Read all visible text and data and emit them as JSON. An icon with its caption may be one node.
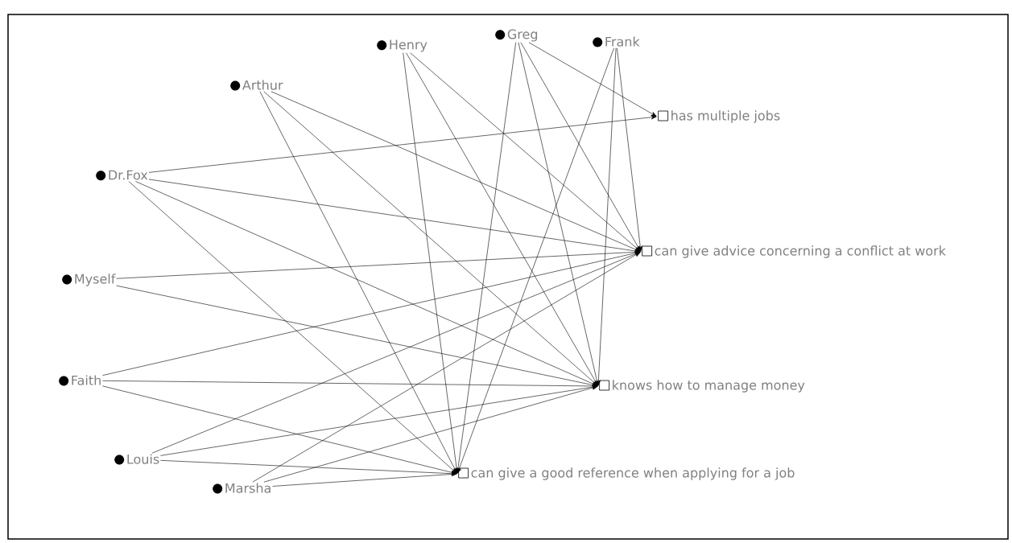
{
  "diagram": {
    "nodes": [
      {
        "text": [
          "Henry"
        ]
      },
      {
        "text": [
          "Greg"
        ]
      },
      {
        "text": [
          "Frank"
        ]
      },
      {
        "text": [
          "Arthur"
        ]
      },
      {
        "text": [
          "has multiple jobs"
        ]
      },
      {
        "text": [
          "Dr.Fox"
        ]
      },
      {
        "text": [
          "can give advice concerning a conflict at work"
        ]
      },
      {
        "text": [
          "Myself"
        ]
      },
      {
        "text": [
          "Faith"
        ]
      },
      {
        "text": [
          "knows how to manage money"
        ]
      },
      {
        "text": [
          "Louis"
        ]
      },
      {
        "text": [
          "can give a good reference when applying for a job"
        ]
      },
      {
        "text": [
          "Marsha"
        ]
      }
    ],
    "edges": [
      {
        "from": 0,
        "to": 11,
        "arrow": "to"
      },
      {
        "from": 0,
        "to": 9,
        "arrow": "to"
      },
      {
        "from": 0,
        "to": 6,
        "arrow": "to"
      },
      {
        "from": 1,
        "to": 4,
        "arrow": "to"
      },
      {
        "from": 1,
        "to": 11,
        "arrow": "to"
      },
      {
        "from": 1,
        "to": 9,
        "arrow": "to"
      },
      {
        "from": 1,
        "to": 6,
        "arrow": "to"
      },
      {
        "from": 2,
        "to": 11,
        "arrow": "to"
      },
      {
        "from": 2,
        "to": 9,
        "arrow": "to"
      },
      {
        "from": 2,
        "to": 6,
        "arrow": "to"
      },
      {
        "from": 3,
        "to": 6,
        "arrow": "to"
      },
      {
        "from": 3,
        "to": 9,
        "arrow": "to"
      },
      {
        "from": 3,
        "to": 11,
        "arrow": "to"
      },
      {
        "from": 5,
        "to": 4,
        "arrow": "to"
      },
      {
        "from": 5,
        "to": 6,
        "arrow": "to"
      },
      {
        "from": 5,
        "to": 9,
        "arrow": "to"
      },
      {
        "from": 5,
        "to": 11,
        "arrow": "to"
      },
      {
        "from": 7,
        "to": 6,
        "arrow": "to"
      },
      {
        "from": 7,
        "to": 9,
        "arrow": "to"
      },
      {
        "from": 8,
        "to": 6,
        "arrow": "to"
      },
      {
        "from": 8,
        "to": 9,
        "arrow": "to"
      },
      {
        "from": 8,
        "to": 11,
        "arrow": "to"
      },
      {
        "from": 10,
        "to": 6,
        "arrow": "to"
      },
      {
        "from": 10,
        "to": 9,
        "arrow": "to"
      },
      {
        "from": 10,
        "to": 11,
        "arrow": "to"
      },
      {
        "from": 12,
        "to": 6,
        "arrow": "to"
      },
      {
        "from": 12,
        "to": 9,
        "arrow": "to"
      },
      {
        "from": 12,
        "to": 11,
        "arrow": "to"
      }
    ]
  }
}
